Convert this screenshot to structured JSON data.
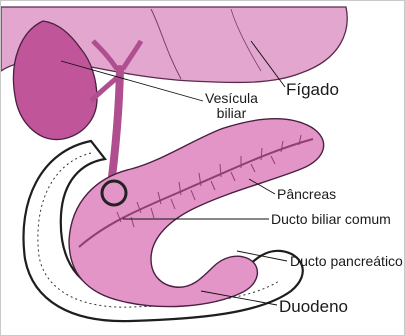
{
  "labels": {
    "figado": "Fígado",
    "vesicula_line1": "Vesícula",
    "vesicula_line2": "biliar",
    "pancreas": "Pâncreas",
    "ducto_biliar": "Ducto biliar comum",
    "ducto_pancreatico": "Ducto pancreático",
    "duodeno": "Duodeno"
  },
  "colors": {
    "liver": "#e3a6cf",
    "pancreas": "#e495c8",
    "gallbladder": "#c0559a",
    "duct": "#b04f8f",
    "outline": "#4a2040",
    "highlight_circle": "#222222"
  },
  "icons": {
    "highlight_circle": "circle-marker-icon"
  }
}
